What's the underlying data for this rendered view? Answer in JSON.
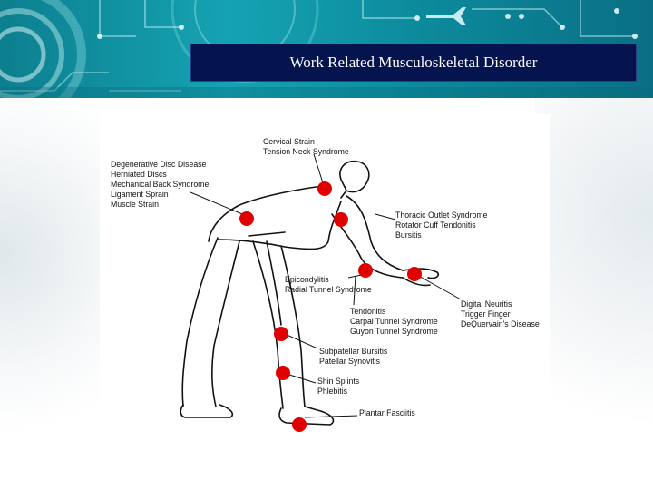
{
  "title": "Work Related Musculoskeletal Disorder",
  "colors": {
    "title_bg": "#05134f",
    "title_text": "#ffffff",
    "marker": "#e00000",
    "banner": "#12a0b0"
  },
  "labels": {
    "neck": [
      "Cervical Strain",
      "Tension Neck Syndrome"
    ],
    "back": [
      "Degenerative Disc Disease",
      "Herniated Discs",
      "Mechanical Back Syndrome",
      "Ligament Sprain",
      "Muscle Strain"
    ],
    "shoulder": [
      "Thoracic Outlet Syndrome",
      "Rotator Cuff Tendonitis",
      "Bursitis"
    ],
    "elbow": [
      "Epicondylitis",
      "Radial Tunnel Syndrome"
    ],
    "hand": [
      "Digital Neuritis",
      "Trigger Finger",
      "DeQuervain's Disease"
    ],
    "wrist": [
      "Tendonitis",
      "Carpal Tunnel Syndrome",
      "Guyon Tunnel Syndrome"
    ],
    "knee": [
      "Subpatellar Bursitis",
      "Patellar Synovitis"
    ],
    "shin": [
      "Shin Splints",
      "Phlebitis"
    ],
    "foot": [
      "Plantar Fasciitis"
    ]
  }
}
